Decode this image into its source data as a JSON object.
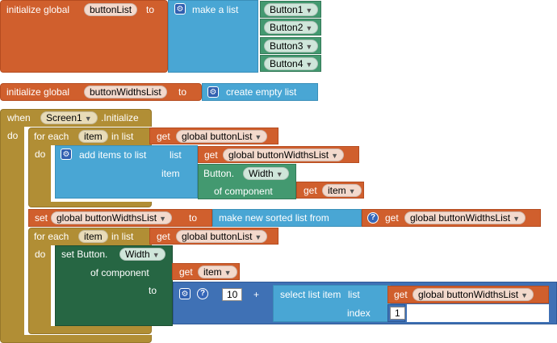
{
  "block1": {
    "init_label": "initialize global",
    "var_name": "buttonList",
    "to_label": "to",
    "make_list_label": "make a list",
    "items": [
      "Button1",
      "Button2",
      "Button3",
      "Button4"
    ]
  },
  "block2": {
    "init_label": "initialize global",
    "var_name": "buttonWidthsList",
    "to_label": "to",
    "create_label": "create empty list"
  },
  "event": {
    "when_label": "when",
    "component": "Screen1",
    "event_name": ".Initialize",
    "do_label": "do"
  },
  "foreach1": {
    "label": "for each",
    "var": "item",
    "in_list_label": "in list",
    "get_label": "get",
    "list_var": "global buttonList",
    "do_label": "do"
  },
  "additems": {
    "label": "add items to list",
    "list_label": "list",
    "get_label": "get",
    "list_var": "global buttonWidthsList",
    "item_label": "item",
    "button_label": "Button.",
    "property": "Width",
    "of_component_label": "of component",
    "get2_label": "get",
    "comp_var": "item"
  },
  "setvar": {
    "set_label": "set",
    "var": "global buttonWidthsList",
    "to_label": "to",
    "sorted_label": "make new sorted list from",
    "get_label": "get",
    "list_var": "global buttonWidthsList"
  },
  "foreach2": {
    "label": "for each",
    "var": "item",
    "in_list_label": "in list",
    "get_label": "get",
    "list_var": "global buttonList",
    "do_label": "do"
  },
  "setbutton": {
    "label": "set Button.",
    "property": "Width",
    "of_component_label": "of component",
    "get_label": "get",
    "comp_var": "item",
    "to_label": "to"
  },
  "math": {
    "number": "10",
    "operator": "+",
    "select_label": "select list item",
    "list_label": "list",
    "get_label": "get",
    "list_var": "global buttonWidthsList",
    "index_label": "index",
    "index_value": "1"
  }
}
